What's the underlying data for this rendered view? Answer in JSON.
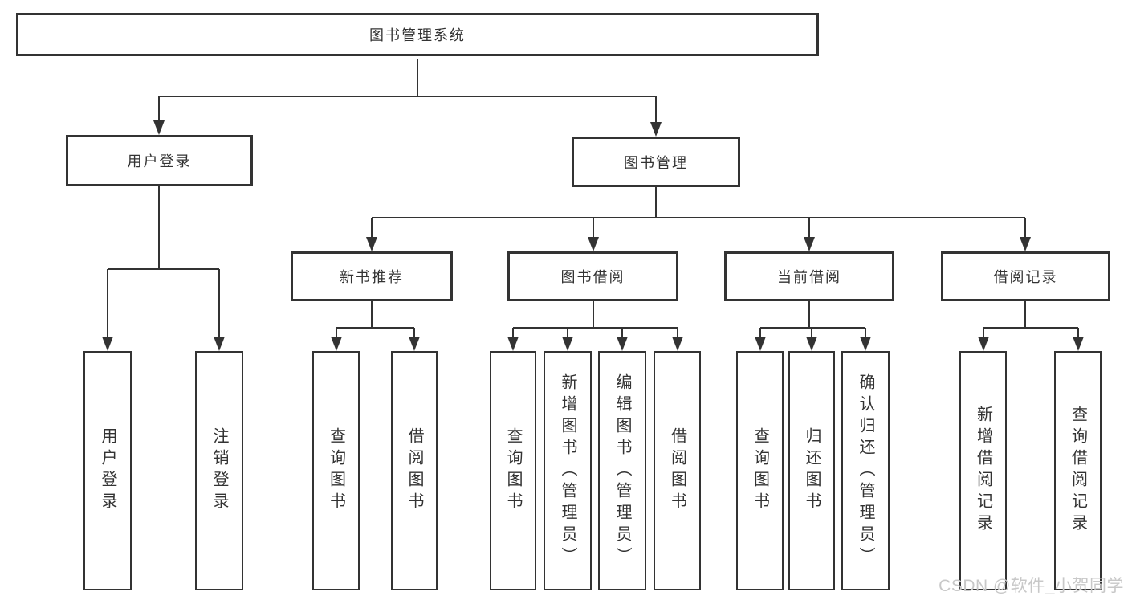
{
  "watermark": {
    "text": "CSDN @软件_小贺同学"
  },
  "colors": {
    "line": "#333333",
    "box_border": "#333333",
    "text": "#333333",
    "background": "#ffffff",
    "watermark": "#c8c8c8"
  },
  "tree": {
    "root": {
      "label": "图书管理系统",
      "children": [
        {
          "label": "用户登录",
          "children": [
            {
              "label": "用户登录"
            },
            {
              "label": "注销登录"
            }
          ]
        },
        {
          "label": "图书管理",
          "children": [
            {
              "label": "新书推荐",
              "children": [
                {
                  "label": "查询图书"
                },
                {
                  "label": "借阅图书"
                }
              ]
            },
            {
              "label": "图书借阅",
              "children": [
                {
                  "label": "查询图书"
                },
                {
                  "label": "新增图书（管理员）"
                },
                {
                  "label": "编辑图书（管理员）"
                },
                {
                  "label": "借阅图书"
                }
              ]
            },
            {
              "label": "当前借阅",
              "children": [
                {
                  "label": "查询图书"
                },
                {
                  "label": "归还图书"
                },
                {
                  "label": "确认归还（管理员）"
                }
              ]
            },
            {
              "label": "借阅记录",
              "children": [
                {
                  "label": "新增借阅记录"
                },
                {
                  "label": "查询借阅记录"
                }
              ]
            }
          ]
        }
      ]
    }
  }
}
